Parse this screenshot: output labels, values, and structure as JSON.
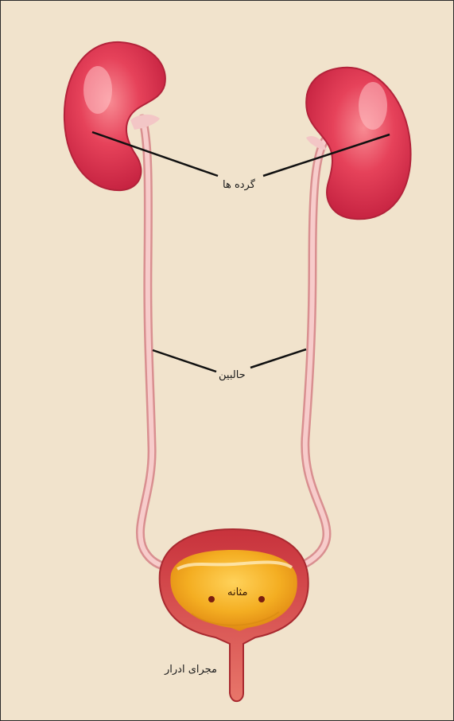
{
  "labels": {
    "kidneys": "گرده ها",
    "ureters": "حالبین",
    "bladder": "مثانه",
    "urethra": "مجرای ادرار"
  },
  "colors": {
    "background": "#f1e3cc",
    "kidney": "#e0384c",
    "ureter": "#f1b7b4",
    "bladder_wall": "#d9564f",
    "bladder_inner": "#f0a820",
    "leader_line": "#111111"
  }
}
